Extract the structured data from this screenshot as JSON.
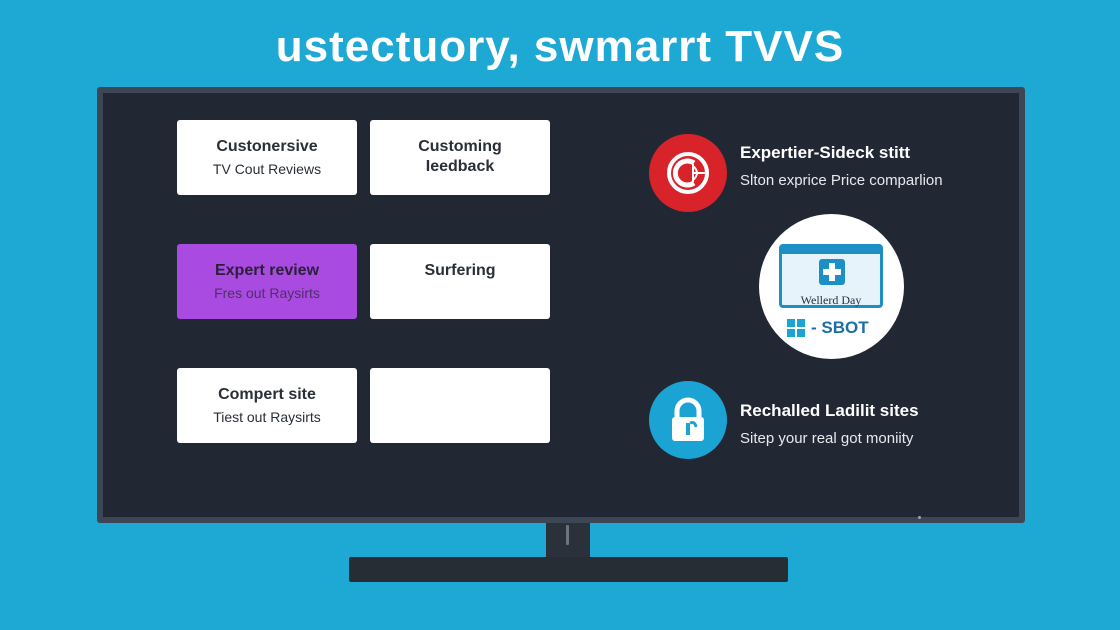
{
  "headline": "ustectuory, swmarrt TVVS",
  "tiles": [
    {
      "title": "Custonersive",
      "subtitle": "TV Cout Reviews"
    },
    {
      "title": "Customing",
      "subtitle": "Ieedback"
    },
    {
      "title": "Expert review",
      "subtitle": "Fres out Raysirts"
    },
    {
      "title": "Surfering",
      "subtitle": ""
    },
    {
      "title": "Compert site",
      "subtitle": "Tiest out Raysirts"
    },
    {
      "title": "",
      "subtitle": ""
    }
  ],
  "features": [
    {
      "title": "Expertier-Sideck stitt",
      "subtitle": "Slton exprice Price comparlion",
      "icon": "globe-c-icon"
    },
    {
      "title": "Rechalled Ladilit sites",
      "subtitle": "Sitep your real got moniity",
      "icon": "lock-icon"
    }
  ],
  "card": {
    "caption": "Wellerd Day",
    "brand": "- SBOT"
  },
  "colors": {
    "background": "#1ea9d4",
    "tv_frame": "#3c4654",
    "screen": "#222833",
    "tile": "#ffffff",
    "tile_active": "#a94be0",
    "badge_red": "#d9232b",
    "badge_blue": "#1ba3d4",
    "card_accent": "#1b8fc6"
  }
}
